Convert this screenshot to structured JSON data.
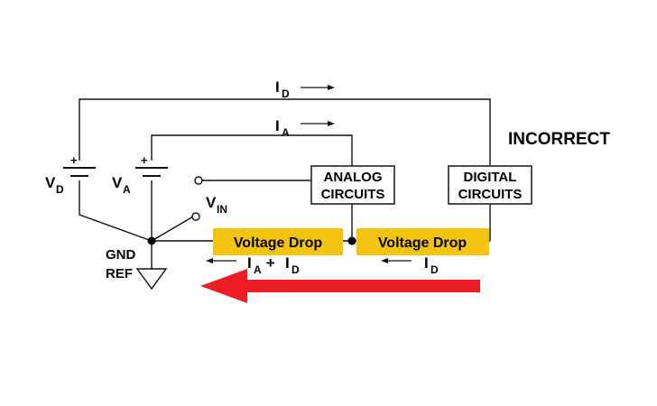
{
  "title": "INCORRECT",
  "currents": {
    "top": {
      "main": "I",
      "sub": "D"
    },
    "second": {
      "main": "I",
      "sub": "A"
    }
  },
  "sources": {
    "vd": {
      "main": "V",
      "sub": "D",
      "plus": "+"
    },
    "va": {
      "main": "V",
      "sub": "A",
      "plus": "+"
    }
  },
  "vin": {
    "main": "V",
    "sub": "IN"
  },
  "boxes": {
    "analog": [
      "ANALOG",
      "CIRCUITS"
    ],
    "digital": [
      "DIGITAL",
      "CIRCUITS"
    ]
  },
  "drops": {
    "left": "Voltage Drop",
    "right": "Voltage Drop"
  },
  "bottom_currents": {
    "left": {
      "a": "I",
      "a_sub": "A",
      "plus": " + ",
      "b": "I",
      "b_sub": "D"
    },
    "right": {
      "main": "I",
      "sub": "D"
    }
  },
  "gnd": [
    "GND",
    "REF"
  ],
  "colors": {
    "drop_fill": "#f2c40f",
    "arrow": "#ee1c24",
    "wire": "#111111"
  }
}
